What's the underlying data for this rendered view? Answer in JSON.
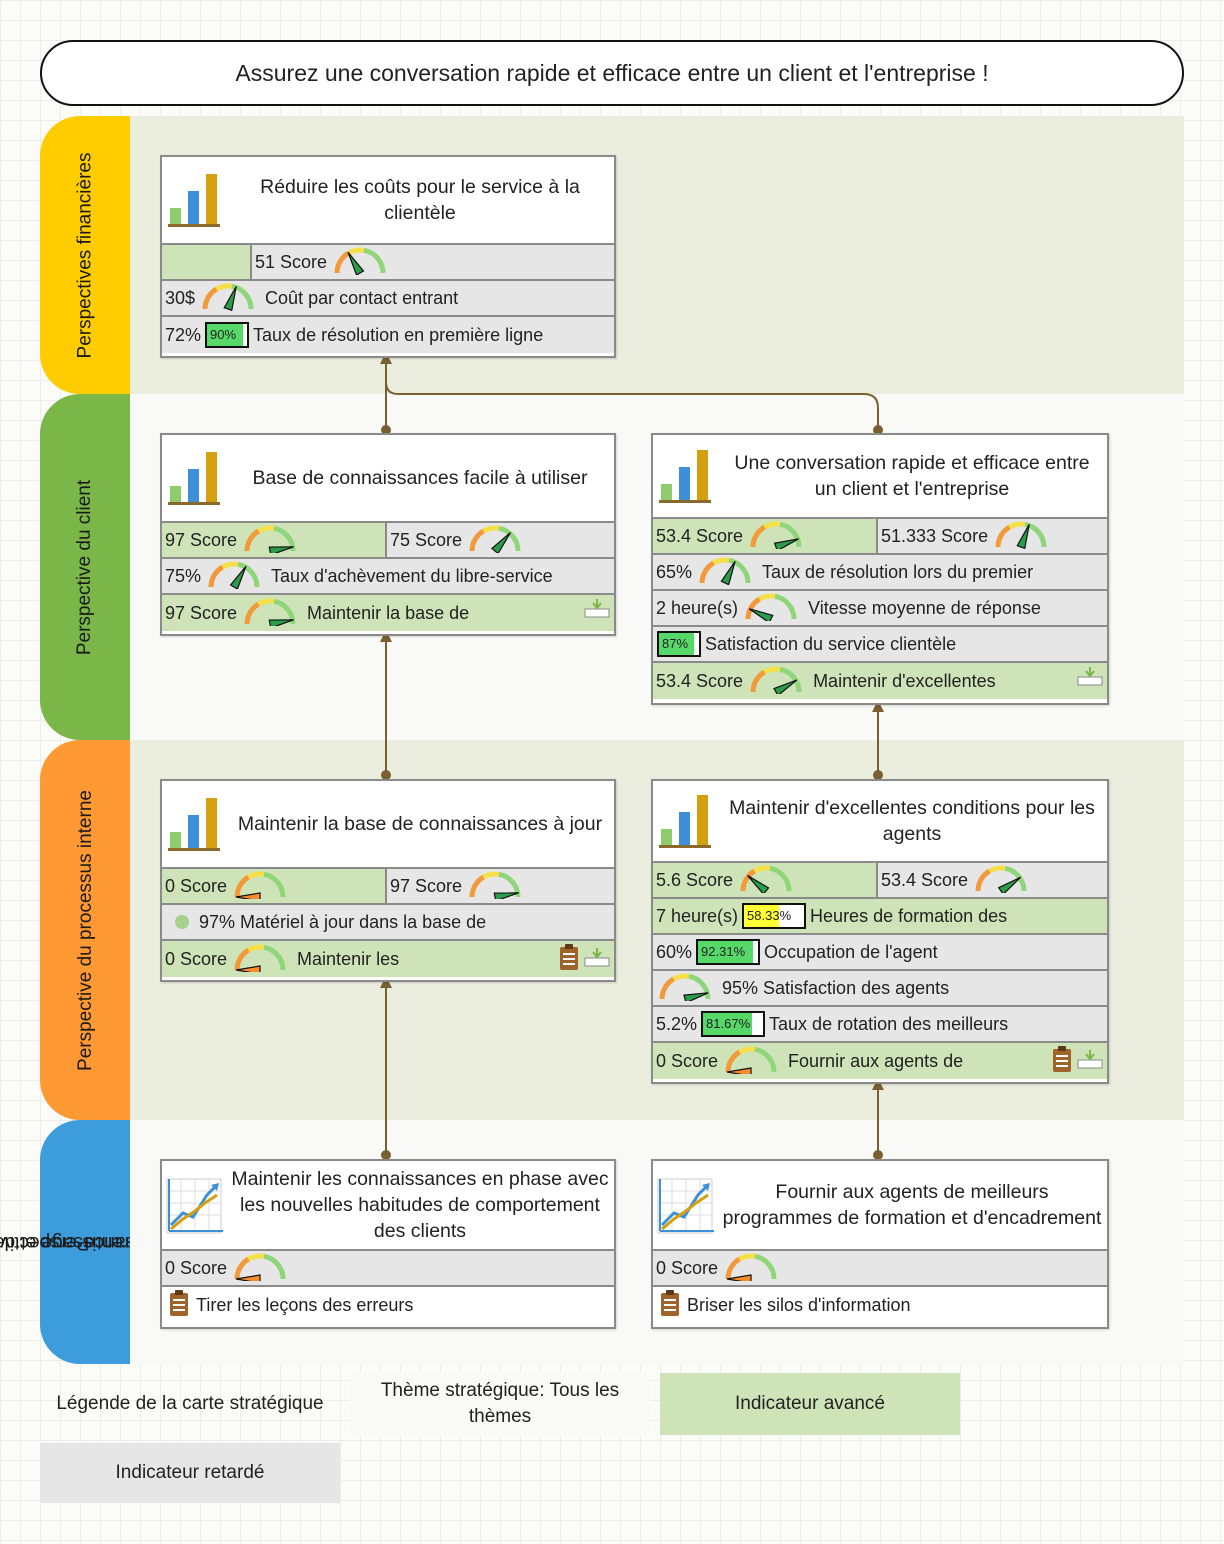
{
  "header": {
    "title": "Assurez une conversation rapide et efficace entre un client et l'entreprise !"
  },
  "colors": {
    "financial": "#ffcc00",
    "customer": "#7ab648",
    "internal": "#ff9933",
    "learning": "#3d9cdb",
    "leading": "#cfe3b8",
    "lagging": "#e6e6e6",
    "connector": "#7a6030"
  },
  "bands": {
    "financial": "Perspectives financières",
    "customer": "Perspective du client",
    "internal": "Perspective du processus interne",
    "learning_1": "Perspective",
    "learning_2": "d'apprentissage et de",
    "learning_3": "croissance"
  },
  "cards": {
    "c1": {
      "title": "Réduire les coûts pour le service à la clientèle",
      "score": "51 Score",
      "r2_value": "30$",
      "r2_label": "Coût par contact entrant",
      "r3_value": "72%",
      "r3_bar": "90%",
      "r3_bar_fill": 0.9,
      "r3_label": "Taux de résolution en première ligne"
    },
    "c2": {
      "title": "Base de connaissances facile à utiliser",
      "score_a": "97 Score",
      "score_b": "75 Score",
      "r2_value": "75%",
      "r2_label": "Taux d'achèvement du libre-service",
      "r3_value": "97 Score",
      "r3_label": "Maintenir la base de"
    },
    "c3": {
      "title": "Une conversation rapide et efficace entre un client et l'entreprise",
      "score_a": "53.4 Score",
      "score_b": "51.333 Score",
      "r2_value": "65%",
      "r2_label": "Taux de résolution lors du premier",
      "r3_value": "2 heure(s)",
      "r3_label": "Vitesse moyenne de réponse",
      "r4_bar": "87%",
      "r4_bar_fill": 0.87,
      "r4_label": "Satisfaction du service clientèle",
      "r5_value": "53.4 Score",
      "r5_label": "Maintenir d'excellentes"
    },
    "c4": {
      "title": "Maintenir la base de connaissances à jour",
      "score_a": "0 Score",
      "score_b": "97 Score",
      "r2_label": "97% Matériel à jour dans la base de",
      "r3_value": "0 Score",
      "r3_label": "Maintenir les"
    },
    "c5": {
      "title": "Maintenir d'excellentes conditions pour les agents",
      "score_a": "5.6 Score",
      "score_b": "53.4 Score",
      "r2_value": "7 heure(s)",
      "r2_bar": "58.33%",
      "r2_bar_fill": 0.5833,
      "r2_label": "Heures de formation des",
      "r3_value": "60%",
      "r3_bar": "92.31%",
      "r3_bar_fill": 0.9231,
      "r3_label": "Occupation de l'agent",
      "r4_label": "95% Satisfaction des agents",
      "r5_value": "5.2%",
      "r5_bar": "81.67%",
      "r5_bar_fill": 0.8167,
      "r5_label": "Taux de rotation des meilleurs",
      "r6_value": "0 Score",
      "r6_label": "Fournir aux agents de"
    },
    "c6": {
      "title": "Maintenir les connaissances en phase avec les nouvelles habitudes de comportement des clients",
      "score": "0 Score",
      "r2_label": "Tirer les leçons des erreurs"
    },
    "c7": {
      "title": "Fournir aux agents de meilleurs programmes de formation et d'encadrement",
      "score": "0 Score",
      "r2_label": "Briser les silos d'information"
    }
  },
  "legend": {
    "title": "Légende de la carte stratégique",
    "theme": "Thème stratégique: Tous les thèmes",
    "leading": "Indicateur avancé",
    "lagging": "Indicateur retardé"
  }
}
